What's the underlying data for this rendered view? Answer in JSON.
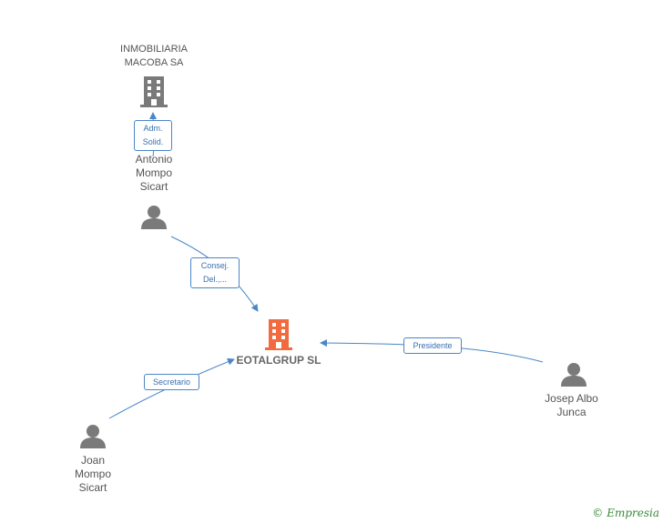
{
  "nodes": {
    "inmobiliaria": {
      "label_line1": "INMOBILIARIA",
      "label_line2": "MACOBA SA"
    },
    "antonio": {
      "label_line1": "Antonio",
      "label_line2": "Mompo",
      "label_line3": "Sicart"
    },
    "eotalgrup": {
      "label": "EOTALGRUP SL"
    },
    "josep": {
      "label_line1": "Josep Albo",
      "label_line2": "Junca"
    },
    "joan": {
      "label_line1": "Joan",
      "label_line2": "Mompo",
      "label_line3": "Sicart"
    }
  },
  "edges": {
    "adm": {
      "line1": "Adm.",
      "line2": "Solid."
    },
    "consej": {
      "line1": "Consej.",
      "line2": "Del.,..."
    },
    "presidente": {
      "label": "Presidente"
    },
    "secretario": {
      "label": "Secretario"
    }
  },
  "watermark": {
    "copyright": "©",
    "brand": "Empresia"
  },
  "colors": {
    "edge": "#4a86c8",
    "main_company": "#f26a3d",
    "node_icon": "#7a7a7a"
  }
}
